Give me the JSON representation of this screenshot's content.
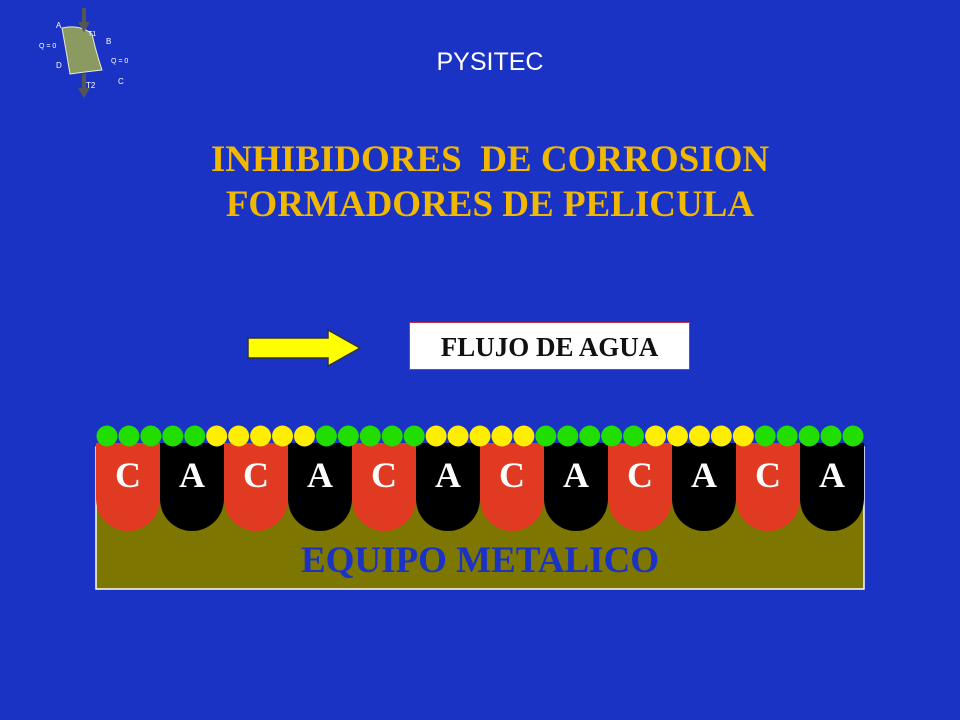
{
  "header": {
    "brand": "PYSITEC",
    "logo": {
      "icon": "carnot-cycle-diagram-icon",
      "labels": {
        "a": "A",
        "b": "B",
        "c": "C",
        "d": "D",
        "t1": "T1",
        "t2": "T2",
        "q_left": "Q = 0",
        "q_right": "Q = 0"
      }
    }
  },
  "title": {
    "line1": "INHIBIDORES  DE CORROSION",
    "line2": "FORMADORES DE PELICULA"
  },
  "flow": {
    "label": "FLUJO DE AGUA",
    "arrow_icon": "right-arrow-icon"
  },
  "diagram": {
    "sites": [
      "C",
      "A",
      "C",
      "A",
      "C",
      "A",
      "C",
      "A",
      "C",
      "A",
      "C",
      "A"
    ],
    "equipment_label": "EQUIPO METALICO",
    "film_bead_count": 35
  },
  "colors": {
    "background": "#1b33c4",
    "title": "#f0b800",
    "cathode": "#e03a22",
    "anode": "#000000",
    "cathode_text": "#ffffff",
    "anode_text": "#ffffff",
    "metal": "#7d7600",
    "film_bead_alt": [
      "#22dd00",
      "#ffee00"
    ],
    "arrow_fill": "#ffff00"
  }
}
